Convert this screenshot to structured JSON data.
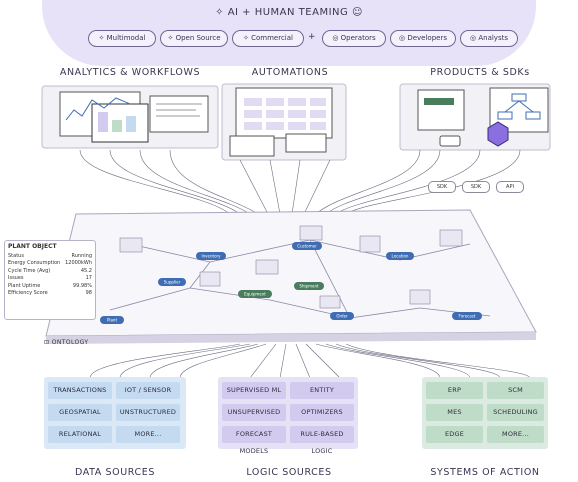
{
  "header": {
    "title": "AI + HUMAN TEAMING",
    "pills_left": [
      "Multimodal",
      "Open Source",
      "Commercial"
    ],
    "plus": "+",
    "pills_right": [
      "Operators",
      "Developers",
      "Analysts"
    ]
  },
  "sections": {
    "analytics": "ANALYTICS & WORKFLOWS",
    "automations": "AUTOMATIONS",
    "products": "PRODUCTS & SDKs"
  },
  "sdk_labels": [
    "SDK",
    "SDK",
    "API"
  ],
  "plant_object": {
    "title": "PLANT OBJECT",
    "rows": [
      {
        "key": "Status",
        "value": "Running"
      },
      {
        "key": "Energy Consumption",
        "value": "12000kWh"
      },
      {
        "key": "Cycle Time (Avg)",
        "value": "45.2"
      },
      {
        "key": "Issues",
        "value": "17"
      },
      {
        "key": "Plant Uptime",
        "value": "99.98%"
      },
      {
        "key": "Efficiency Score",
        "value": "98"
      }
    ]
  },
  "ontology_label": "ONTOLOGY",
  "map_nodes": [
    "Plant",
    "Supplier",
    "Customer",
    "Shipment",
    "Forecast",
    "Order",
    "Inventory",
    "Location",
    "Equipment"
  ],
  "data_sources": {
    "label": "DATA SOURCES",
    "cells": [
      "TRANSACTIONS",
      "IOT / SENSOR",
      "GEOSPATIAL",
      "UNSTRUCTURED",
      "RELATIONAL",
      "MORE..."
    ]
  },
  "logic_sources": {
    "label": "LOGIC SOURCES",
    "cells": [
      "SUPERVISED ML",
      "ENTITY RESOLUTION",
      "UNSUPERVISED ML",
      "OPTIMIZERS",
      "FORECAST MODELS",
      "RULE-BASED LOGIC"
    ]
  },
  "systems_of_action": {
    "label": "SYSTEMS OF ACTION",
    "cells": [
      "ERP",
      "SCM",
      "MES",
      "SCHEDULING",
      "EDGE",
      "MORE..."
    ]
  },
  "colors": {
    "header_band": "#e7e2f8",
    "data_box": "#dbe9f7",
    "data_cell": "#c3daf1",
    "logic_box": "#e6e1f5",
    "logic_cell": "#d3cbef",
    "action_box": "#dcebe1",
    "action_cell": "#bfdcc8",
    "node": "#3f6db3",
    "node_alt": "#4a7d5d",
    "line": "#6a6a80"
  }
}
